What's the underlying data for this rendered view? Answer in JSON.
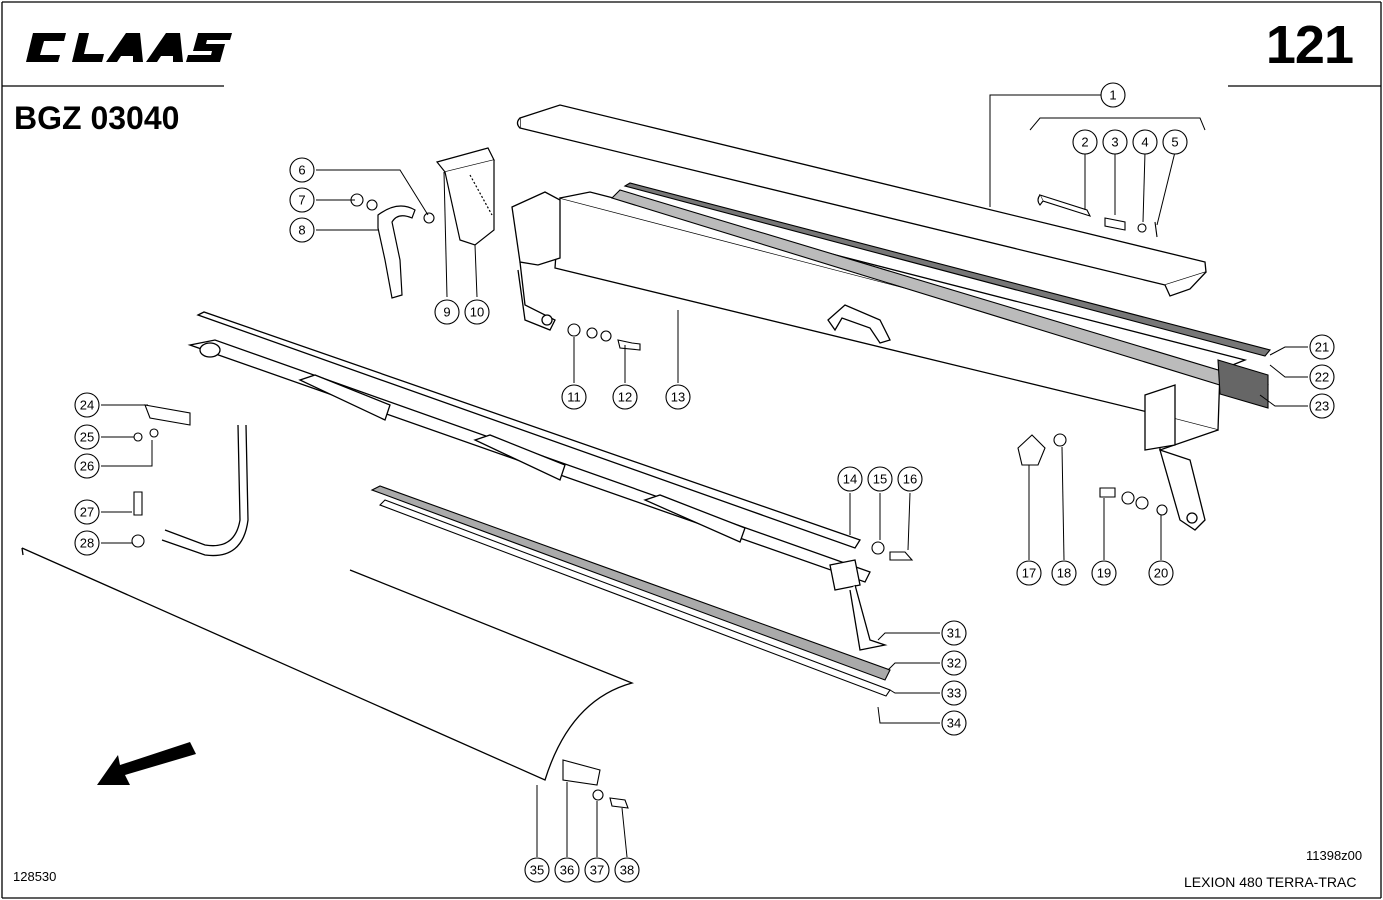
{
  "header": {
    "brand_logo": "CLAAS",
    "page_number": "121",
    "doc_code": "BGZ 03040"
  },
  "footer": {
    "image_id": "11398z00",
    "left_code": "128530",
    "model": "LEXION 480 TERRA-TRAC"
  },
  "callouts": [
    "1",
    "2",
    "3",
    "4",
    "5",
    "6",
    "7",
    "8",
    "9",
    "10",
    "11",
    "12",
    "13",
    "14",
    "15",
    "16",
    "17",
    "18",
    "19",
    "20",
    "21",
    "22",
    "23",
    "24",
    "25",
    "26",
    "27",
    "28",
    "31",
    "32",
    "33",
    "34",
    "35",
    "36",
    "37",
    "38"
  ],
  "direction_arrow": "arrow-down-left-icon"
}
